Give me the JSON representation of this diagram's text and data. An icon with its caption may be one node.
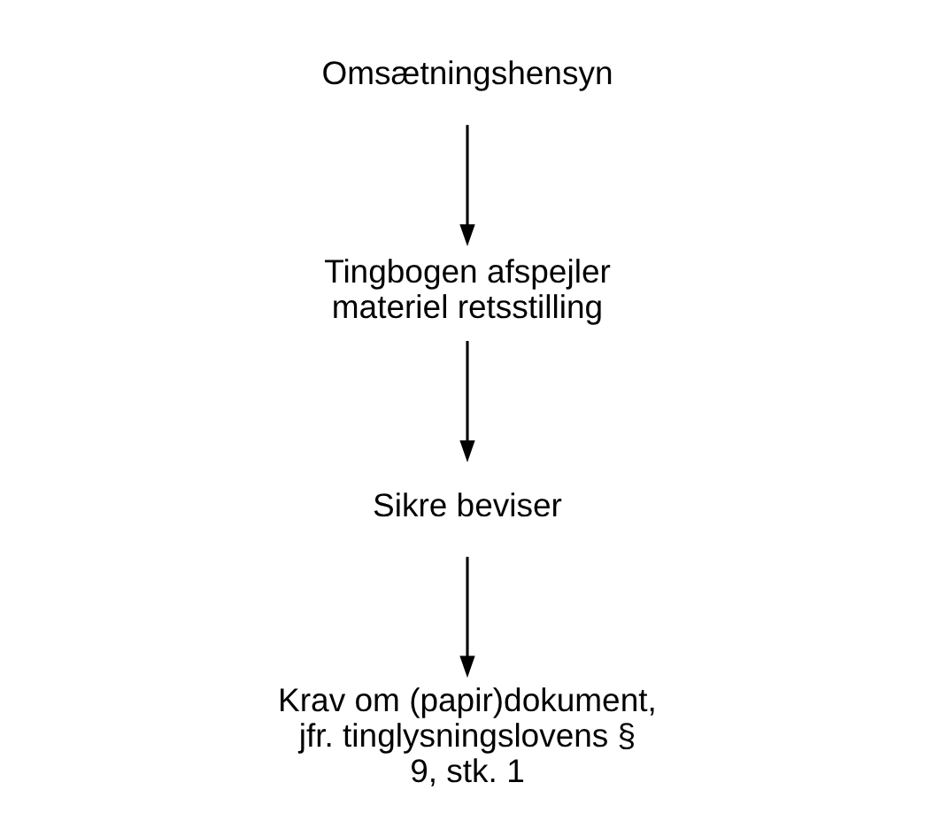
{
  "diagram": {
    "nodes": [
      {
        "text": [
          "Omsætningshensyn"
        ]
      },
      {
        "text": [
          "Tingbogen afspejler materiel retsstilling"
        ]
      },
      {
        "text": [
          "Sikre beviser"
        ]
      },
      {
        "text": [
          "Krav om (papir)dokument, jfr. tinglysningslovens § 9, stk. 1"
        ]
      }
    ],
    "edges": [
      {
        "from": 0,
        "to": 1,
        "arrow": "to"
      },
      {
        "from": 1,
        "to": 2,
        "arrow": "to"
      },
      {
        "from": 2,
        "to": 3,
        "arrow": "to"
      }
    ]
  }
}
